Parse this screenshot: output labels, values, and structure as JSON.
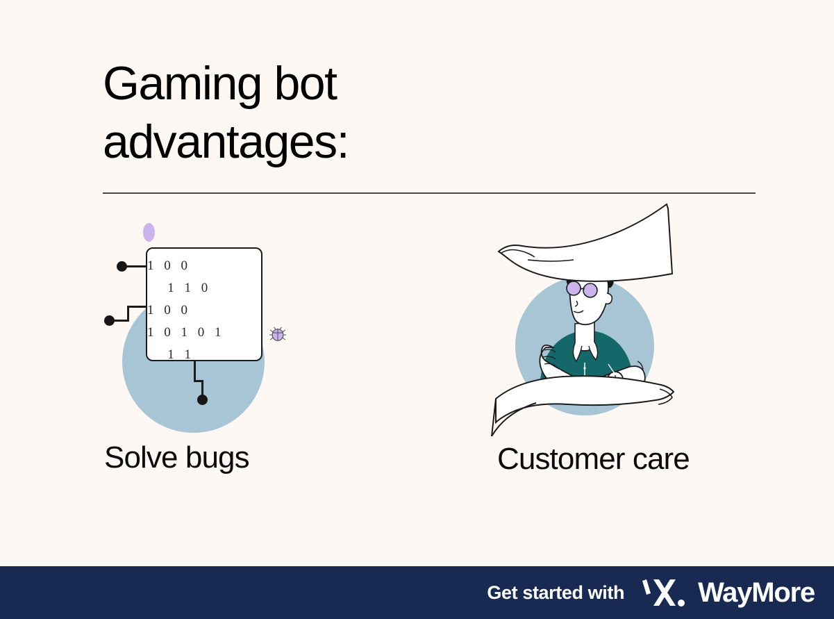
{
  "slide": {
    "background_color": "#fdf8f3",
    "headline": "Gaming bot\nadvantages:"
  },
  "cards": [
    {
      "label": "Solve bugs",
      "illustration": "binary-code-chip",
      "circle_color": "#a7c5d4",
      "accent_color": "#cbb4ec",
      "code_rows": [
        "1 0 0",
        "   1 1 0",
        "1 0 0",
        "1 0 1 0 1",
        "   1 1"
      ],
      "icons": [
        "bug-icon",
        "purple-blob-icon"
      ]
    },
    {
      "label": "Customer care",
      "illustration": "support-agent-person",
      "circle_color": "#a7c5d4",
      "shirt_color": "#1a6b6b",
      "glasses_color": "#cbb4ec",
      "icons": [
        "person-icon",
        "ribbon-icon"
      ]
    }
  ],
  "footer": {
    "background_color": "#182a52",
    "cta_text": "Get started with",
    "brand_name": "WayMore",
    "logo_icon": "waymore-mark-icon"
  }
}
